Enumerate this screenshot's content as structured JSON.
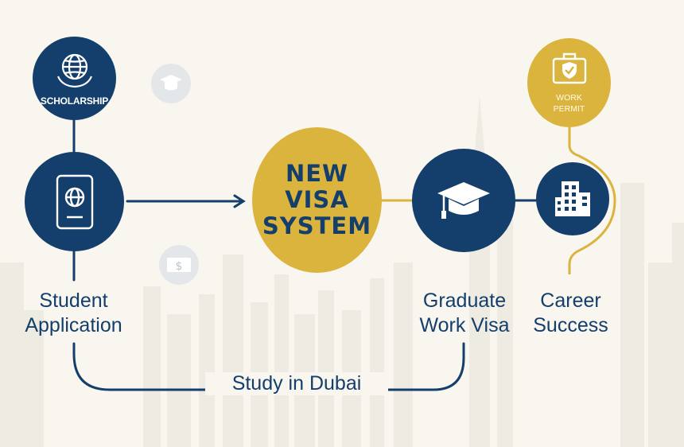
{
  "colors": {
    "navy": "#143e6b",
    "gold": "#dbb43e",
    "background": "#f8f6ee"
  },
  "nodes": {
    "scholarship": {
      "label": "SCHOLARSHIP",
      "icon": "globe-hands-icon"
    },
    "graduation_ghost": {
      "icon": "graduation-cap-icon"
    },
    "student_application": {
      "icon": "passport-icon",
      "label_line1": "Student",
      "label_line2": "Application"
    },
    "money_ghost": {
      "icon": "money-icon"
    },
    "center": {
      "line1": "NEW",
      "line2": "VISA",
      "line3": "SYSTEM"
    },
    "graduate_work_visa": {
      "icon": "graduation-cap-icon",
      "label_line1": "Graduate",
      "label_line2": "Work Visa"
    },
    "career_success": {
      "icon": "office-building-icon",
      "label_line1": "Career",
      "label_line2": "Success"
    },
    "work_permit": {
      "icon": "briefcase-shield-icon",
      "line1": "WORK",
      "line2": "PERMIT"
    }
  },
  "footer": {
    "label": "Study in Dubai"
  }
}
